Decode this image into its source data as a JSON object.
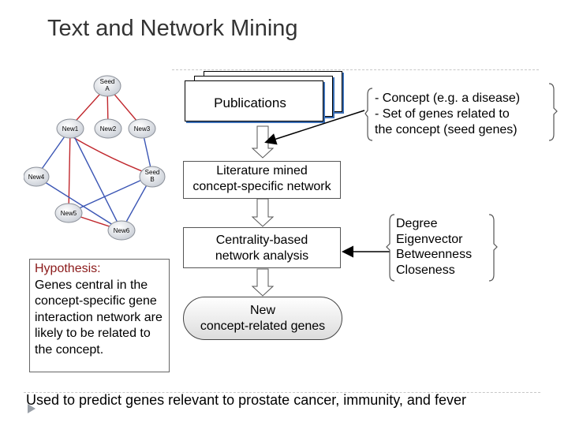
{
  "slide": {
    "title": "Text and Network Mining",
    "bottom_note": "Used to predict genes relevant to prostate cancer, immunity, and fever"
  },
  "network": {
    "seed_a": [
      "Seed",
      "A"
    ],
    "seed_b": [
      "Seed",
      "B"
    ],
    "nodes": [
      "New1",
      "New2",
      "New3",
      "New4",
      "New5",
      "New6"
    ],
    "node_color": "#d9dde4",
    "edge_red": "#c0272d",
    "edge_blue": "#3a55b4"
  },
  "flow": {
    "publications": "Publications",
    "network_line1": "Literature mined",
    "network_line2": "concept-specific network",
    "analysis_line1": "Centrality-based",
    "analysis_line2": "network analysis",
    "result_line1": "New",
    "result_line2": "concept-related genes"
  },
  "concept_note": {
    "line1": "- Concept (e.g. a disease)",
    "line2": "- Set of genes related to",
    "line3": "the concept (seed genes)"
  },
  "measures": [
    "Degree",
    "Eigenvector",
    "Betweenness",
    "Closeness"
  ],
  "hypothesis": {
    "heading": "Hypothesis:",
    "body": "Genes central in the concept-specific gene interaction network are likely to be related to the concept."
  },
  "accent_colors": {
    "pub_shadow": "#3b6fb6",
    "bullet": "#9aa0a8",
    "hypothesis_heading": "#8b1a1a"
  }
}
